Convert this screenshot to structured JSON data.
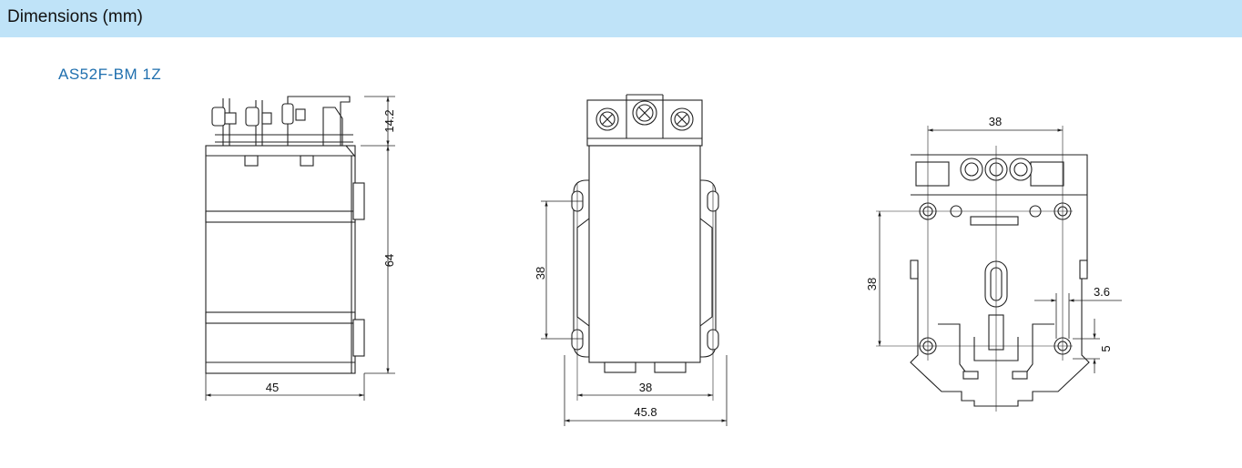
{
  "header": {
    "title": "Dimensions (mm)"
  },
  "product": {
    "model": "AS52F-BM 1Z"
  },
  "side_view": {
    "terminal_height": "14.2",
    "body_height": "64",
    "width": "45"
  },
  "front_view": {
    "mount_vertical": "38",
    "mount_horizontal": "38",
    "width": "45.8"
  },
  "back_view": {
    "mount_horizontal": "38",
    "mount_vertical": "38",
    "hole_diameter": "3.6",
    "slot_height": "5"
  },
  "colors": {
    "header_bg": "#bfe3f8",
    "model_text": "#1f6fae",
    "line": "#222222"
  }
}
